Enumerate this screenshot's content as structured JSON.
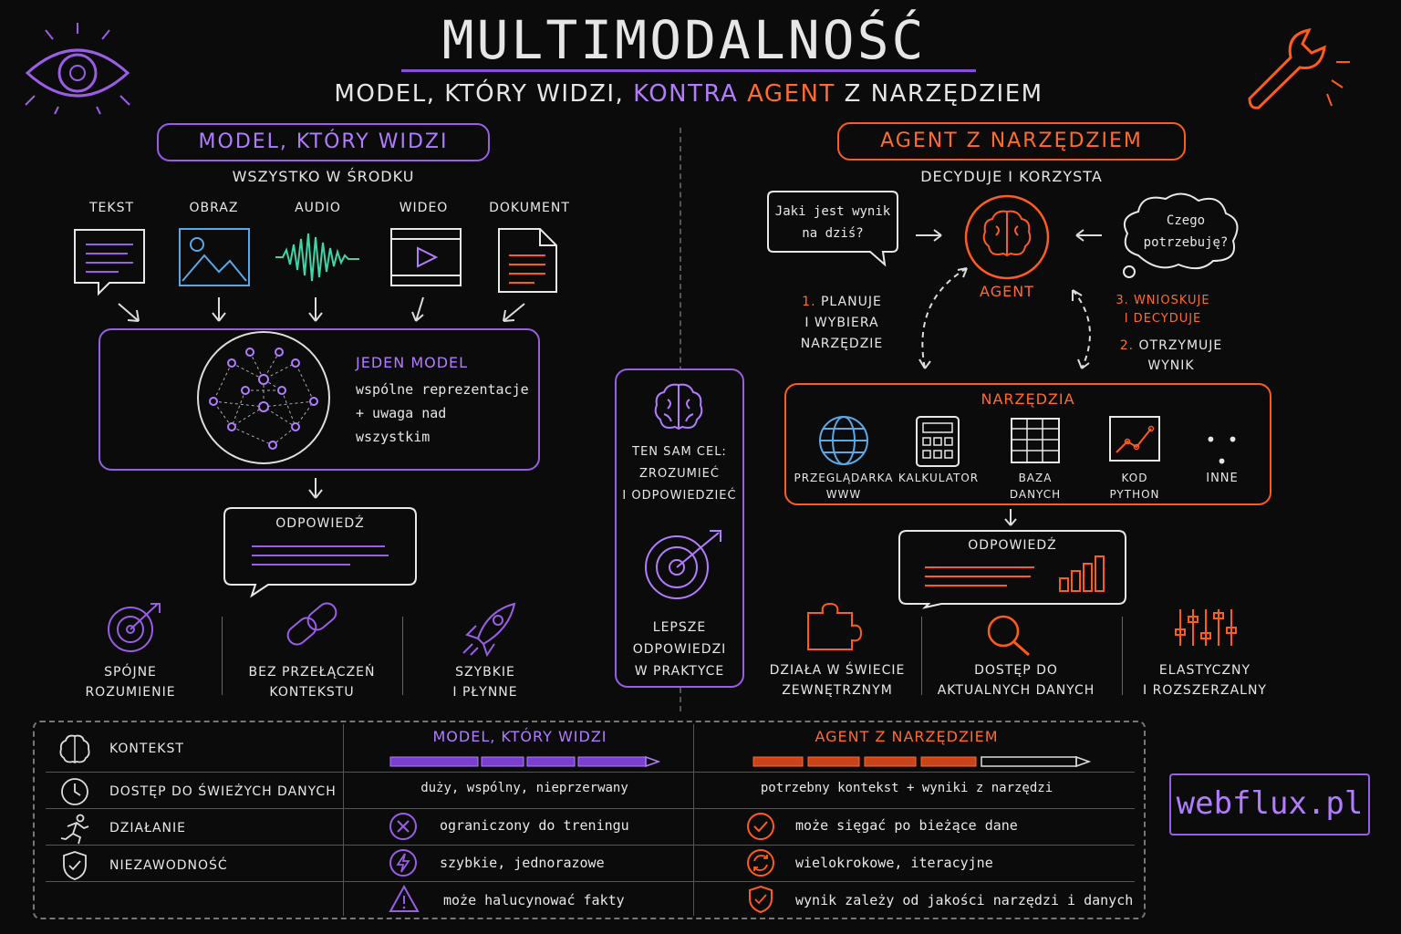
{
  "header": {
    "title": "MULTIMODALNOŚĆ",
    "sub_a": "MODEL, KTÓRY WIDZI,",
    "sub_b": "KONTRA",
    "sub_c": "AGENT",
    "sub_d": "Z NARZĘDZIEM"
  },
  "left": {
    "title": "MODEL, KTÓRY WIDZI",
    "subtitle": "WSZYSTKO W ŚRODKU",
    "inputs": [
      "TEKST",
      "OBRAZ",
      "AUDIO",
      "WIDEO",
      "DOKUMENT"
    ],
    "model_title": "JEDEN MODEL",
    "model_l1": "wspólne reprezentacje",
    "model_l2": "+ uwaga nad",
    "model_l3": "wszystkim",
    "answer": "ODPOWIEDŹ",
    "features": [
      {
        "l1": "SPÓJNE",
        "l2": "ROZUMIENIE"
      },
      {
        "l1": "BEZ PRZEŁĄCZEŃ",
        "l2": "KONTEKSTU"
      },
      {
        "l1": "SZYBKIE",
        "l2": "I PŁYNNE"
      }
    ]
  },
  "middle": {
    "l1": "TEN SAM CEL:",
    "l2": "ZROZUMIEĆ",
    "l3": "I ODPOWIEDZIEĆ",
    "b1": "LEPSZE",
    "b2": "ODPOWIEDZI",
    "b3": "W PRAKTYCE"
  },
  "right": {
    "title": "AGENT Z NARZĘDZIEM",
    "subtitle": "DECYDUJE I KORZYSTA",
    "bubble_q1": "Jaki jest wynik",
    "bubble_q2": "na dziś?",
    "cloud_1": "Czego",
    "cloud_2": "potrzebuję?",
    "agent": "AGENT",
    "step1_num": "1.",
    "step1_a": "PLANUJE",
    "step1_b": "I WYBIERA",
    "step1_c": "NARZĘDZIE",
    "step3_num": "3.",
    "step3_a": "WNIOSKUJE",
    "step3_b": "I DECYDUJE",
    "step2_num": "2.",
    "step2_a": "OTRZYMUJE",
    "step2_b": "WYNIK",
    "tools_title": "NARZĘDZIA",
    "tools": [
      {
        "l1": "PRZEGLĄDARKA",
        "l2": "WWW"
      },
      {
        "l1": "KALKULATOR",
        "l2": ""
      },
      {
        "l1": "BAZA",
        "l2": "DANYCH"
      },
      {
        "l1": "KOD",
        "l2": "PYTHON"
      },
      {
        "l1": "INNE",
        "l2": ""
      }
    ],
    "answer": "ODPOWIEDŹ",
    "features": [
      {
        "l1": "DZIAŁA W ŚWIECIE",
        "l2": "ZEWNĘTRZNYM"
      },
      {
        "l1": "DOSTĘP DO",
        "l2": "AKTUALNYCH DANYCH"
      },
      {
        "l1": "ELASTYCZNY",
        "l2": "I ROZSZERZALNY"
      }
    ]
  },
  "table": {
    "col_model": "MODEL, KTÓRY WIDZI",
    "col_agent": "AGENT Z NARZĘDZIEM",
    "rows": [
      {
        "label": "KONTEKST",
        "model": "duży, wspólny, nieprzerwany",
        "agent": "potrzebny kontekst + wyniki z narzędzi"
      },
      {
        "label": "DOSTĘP DO ŚWIEŻYCH DANYCH",
        "model": "ograniczony do treningu",
        "agent": "może sięgać po bieżące dane"
      },
      {
        "label": "DZIAŁANIE",
        "model": "szybkie, jednorazowe",
        "agent": "wielokrokowe, iteracyjne"
      },
      {
        "label": "NIEZAWODNOŚĆ",
        "model": "może halucynować fakty",
        "agent": "wynik zależy od jakości narzędzi i danych"
      }
    ]
  },
  "brand": "webflux.pl",
  "colors": {
    "purple": "#b27cff",
    "orange": "#ff6a2f",
    "teal": "#3fd6a6",
    "blue": "#5aa8e6"
  }
}
